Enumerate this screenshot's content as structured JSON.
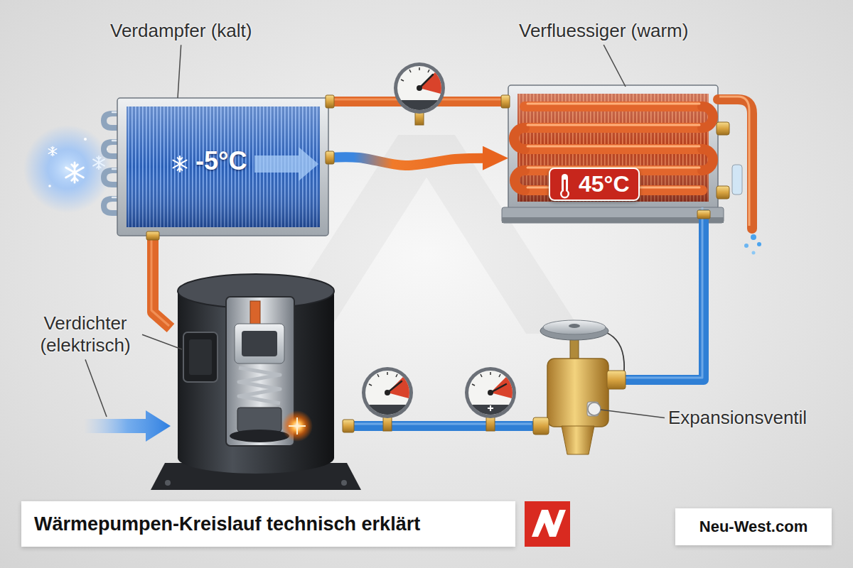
{
  "diagram": {
    "title": "Wärmepumpen-Kreislauf technisch erklärt",
    "nodes": [
      {
        "text": [
          "Verdampfer (kalt)",
          "-5°C"
        ]
      },
      {
        "text": [
          "Verfluessiger (warm)"
        ]
      },
      {
        "text": [
          "45°C"
        ],
        "in": 1
      },
      {
        "text": [
          "Verdichter (elektrisch)"
        ]
      },
      {
        "text": [
          "Expansionsventil"
        ]
      }
    ],
    "edges": [
      {
        "from": 0,
        "to": 1,
        "arrow": "none"
      },
      {
        "from": 0,
        "to": 1,
        "arrow": "to"
      },
      {
        "from": 0,
        "to": 3,
        "arrow": "none"
      },
      {
        "from": 3,
        "to": 4,
        "arrow": "none"
      },
      {
        "from": 4,
        "to": 1,
        "arrow": "none"
      }
    ],
    "labels": [
      "Neu-West.com"
    ]
  }
}
